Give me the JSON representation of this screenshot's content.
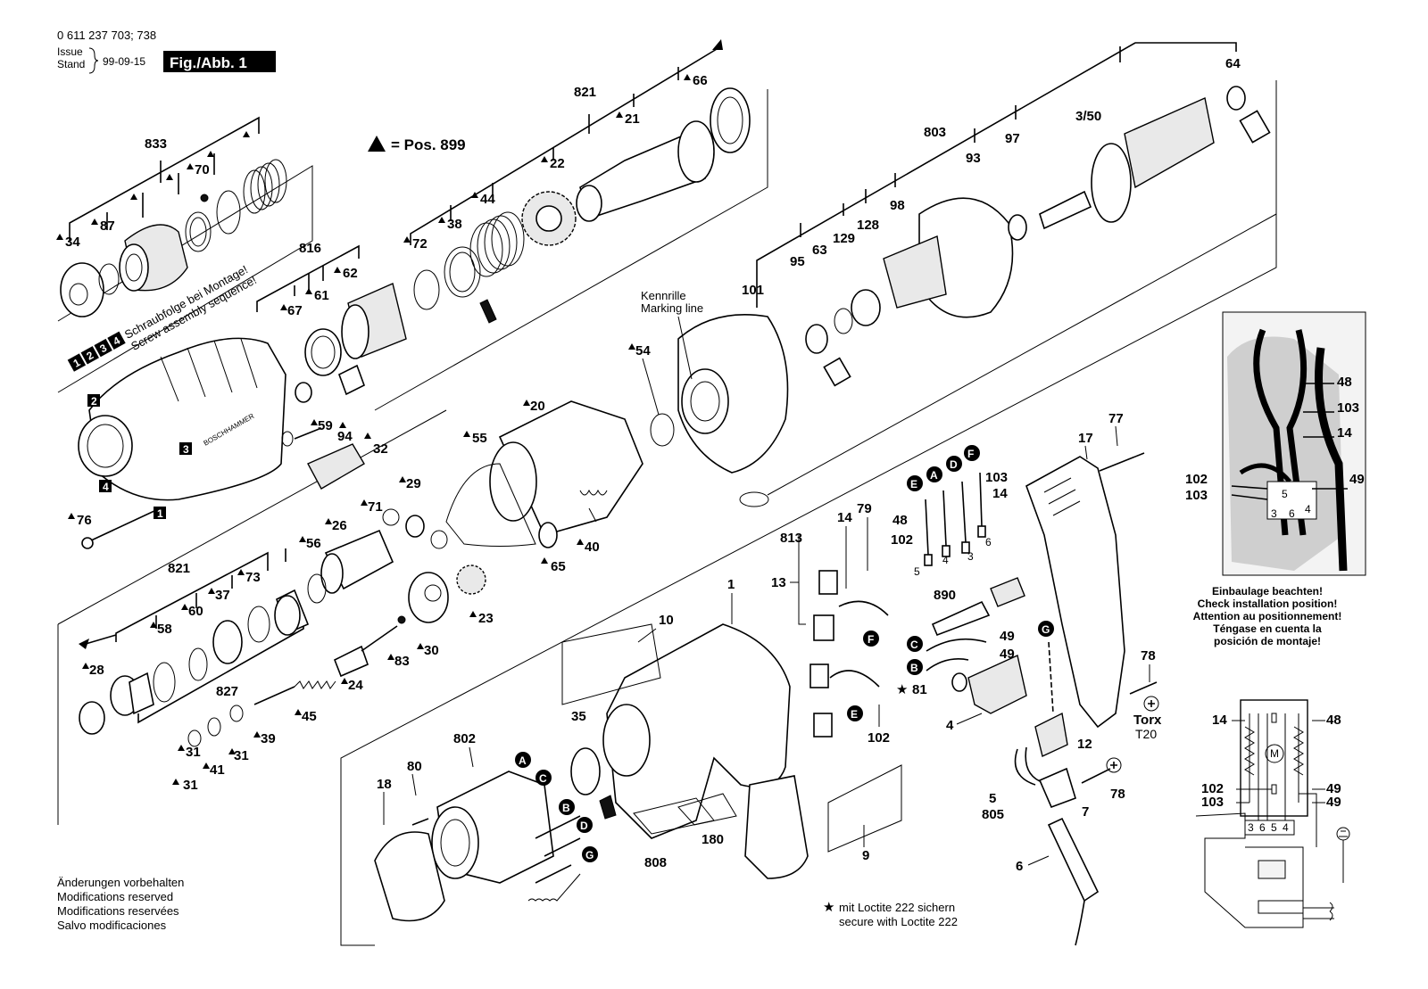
{
  "header": {
    "part_number": "0 611 237 703; 738",
    "issue_label": "Issue",
    "stand_label": "Stand",
    "date": "99-09-15",
    "figure": "Fig./Abb. 1"
  },
  "legend": {
    "pos_note": "= Pos. 899"
  },
  "notes": {
    "screw_de": "Schraubfolge bei Montage!",
    "screw_en": "Screw assembly sequence!",
    "kennrille": "Kennrille",
    "marking": "Marking line",
    "install_de": "Einbaulage beachten!",
    "install_en": "Check installation position!",
    "install_fr": "Attention au positionnement!",
    "install_es1": "Téngase en cuenta la",
    "install_es2": "posición de montaje!",
    "torx1": "Torx",
    "torx2": "T20",
    "loctite_de": "mit Loctite 222 sichern",
    "loctite_en": "secure with Loctite 222",
    "mod_de": "Änderungen vorbehalten",
    "mod_en": "Modifications reserved",
    "mod_fr": "Modifications reservées",
    "mod_es": "Salvo modificaciones",
    "housing_brand": "BOSCHHAMMER"
  },
  "labels": {
    "l833": "833",
    "l87": "87",
    "l34": "34",
    "l70": "70",
    "l816": "816",
    "l67": "67",
    "l61": "61",
    "l62": "62",
    "l821a": "821",
    "l21": "21",
    "l66": "66",
    "l72": "72",
    "l38": "38",
    "l44": "44",
    "l22": "22",
    "l803": "803",
    "l93": "93",
    "l97": "97",
    "l350": "3/50",
    "l64": "64",
    "l101": "101",
    "l95": "95",
    "l63": "63",
    "l129": "129",
    "l128": "128",
    "l98": "98",
    "l54": "54",
    "l20": "20",
    "l55": "55",
    "l59": "59",
    "l94": "94",
    "l32": "32",
    "l76": "76",
    "l29": "29",
    "l71": "71",
    "l26": "26",
    "l56": "56",
    "l65": "65",
    "l40": "40",
    "l821b": "821",
    "l73": "73",
    "l37": "37",
    "l60": "60",
    "l58": "58",
    "l28": "28",
    "l827": "827",
    "l83": "83",
    "l30": "30",
    "l23": "23",
    "l24": "24",
    "l45": "45",
    "l39": "39",
    "l31a": "31",
    "l41": "41",
    "l31b": "31",
    "l1": "1",
    "l10": "10",
    "l35": "35",
    "l802": "802",
    "l80": "80",
    "l18": "18",
    "l808": "808",
    "l180": "180",
    "l9": "9",
    "l813": "813",
    "l13": "13",
    "l14a": "14",
    "l79": "79",
    "l102a": "102",
    "l48a": "48",
    "l102b": "102",
    "l103a": "103",
    "l14b": "14",
    "l890": "890",
    "l49a": "49",
    "l49b": "49",
    "l81": "81",
    "l4": "4",
    "l12": "12",
    "l17": "17",
    "l77": "77",
    "l78a": "78",
    "l78b": "78",
    "l7": "7",
    "l5": "5",
    "l805": "805",
    "l6": "6",
    "l48b": "48",
    "l103b": "103",
    "l14c": "14",
    "l102c": "102",
    "l103c": "103",
    "l49c": "49",
    "l14d": "14",
    "l48c": "48",
    "l102d": "102",
    "l103d": "103",
    "l49d": "49",
    "l49e": "49",
    "t5": "5",
    "t4": "4",
    "t3": "3",
    "t6": "6",
    "t3b": "3",
    "t6b": "6",
    "t5b": "5",
    "t4b": "4",
    "t3c": "3",
    "t6c": "6",
    "t5c": "5",
    "t4c": "4"
  },
  "badges": {
    "A": "A",
    "B": "B",
    "C": "C",
    "D": "D",
    "E": "E",
    "F": "F",
    "G": "G",
    "n1": "1",
    "n2": "2",
    "n3": "3",
    "n4": "4"
  },
  "colors": {
    "ink": "#000000",
    "paper": "#ffffff",
    "shade": "#e9e9e9"
  }
}
